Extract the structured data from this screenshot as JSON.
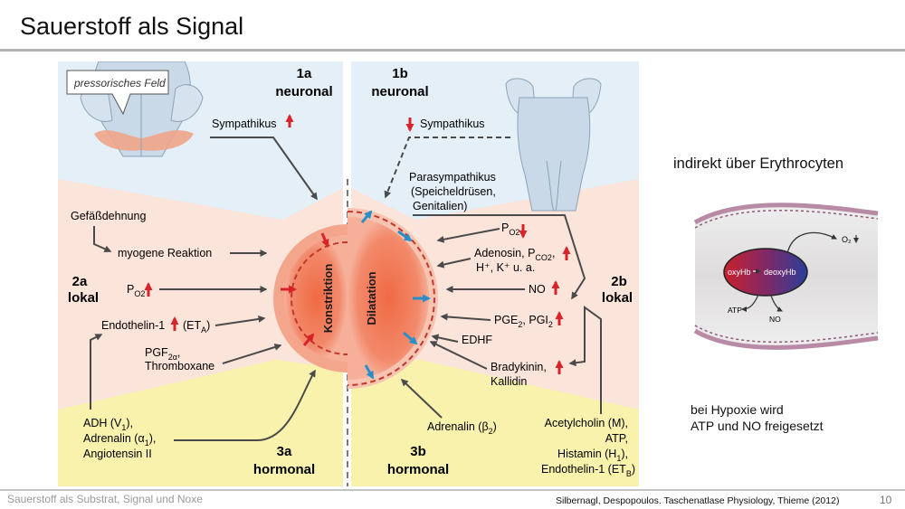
{
  "slide": {
    "title": "Sauerstoff als Signal",
    "footer": "Sauerstoff als Substrat, Signal und Noxe",
    "citation": "Silbernagl, Despopoulos. Taschenatlase Physiology, Thieme (2012)",
    "page_number": "10"
  },
  "side": {
    "heading": "indirekt über Erythrocyten",
    "note_line1": "bei Hypoxie wird",
    "note_line2": "ATP und NO freigesetzt",
    "erythrocyte_labels": {
      "oxyhb": "oxyHb",
      "deoxyhb": "deoxyHb",
      "o2": "O₂",
      "atp": "ATP",
      "no": "NO"
    }
  },
  "diagram": {
    "colors": {
      "neuronal_bg": "#e4eff8",
      "lokal_bg": "#fbe4d9",
      "hormonal_bg": "#f8f2ad",
      "arrow_dark": "#4a4a4a",
      "arrow_red": "#d8232a",
      "arrow_blue": "#2a8fc8",
      "vessel_fill": "#f08a6a"
    },
    "brainstem_label": "pressorisches Feld",
    "sections": {
      "s1a_num": "1a",
      "s1a_name": "neuronal",
      "s1b_num": "1b",
      "s1b_name": "neuronal",
      "s2a_num": "2a",
      "s2a_name": "lokal",
      "s2b_num": "2b",
      "s2b_name": "lokal",
      "s3a_num": "3a",
      "s3a_name": "hormonal",
      "s3b_num": "3b",
      "s3b_name": "hormonal"
    },
    "center": {
      "left": "Konstriktion",
      "right": "Dilatation"
    },
    "left_labels": {
      "sympathikus": "Sympathikus",
      "gefaessdehnung": "Gefäßdehnung",
      "myogene": "myogene Reaktion",
      "po2": "P",
      "po2_sub": "O2",
      "endothelin": "Endothelin-1",
      "endothelin_tail": "(ET",
      "endothelin_sub": "A",
      "endothelin_close": ")",
      "pgf_main": "PGF",
      "pgf_sub": "2α",
      "pgf_comma": ",",
      "thromboxane": "Thromboxane",
      "adh": "ADH (V",
      "adh_sub": "1",
      "adh_close": "),",
      "adrenalin_a": "Adrenalin (α",
      "adrenalin_a_sub": "1",
      "adrenalin_a_close": "),",
      "angiotensin": "Angiotensin II"
    },
    "right_labels": {
      "sympathikus": "Sympathikus",
      "para1": "Parasympathikus",
      "para2": "(Speicheldrüsen,",
      "para3": "Genitalien)",
      "po2": "P",
      "po2_sub": "O2",
      "adenosin": "Adenosin, P",
      "adenosin_sub": "CO2",
      "adenosin_comma": ",",
      "ions": "H⁺, K⁺ u. a.",
      "no": "NO",
      "pge": "PGE",
      "pge_sub": "2",
      "pge_mid": ", PGI",
      "pgi_sub": "2",
      "edhf": "EDHF",
      "bradykinin": "Bradykinin,",
      "kallidin": "Kallidin",
      "adrenalin_b": "Adrenalin (β",
      "adrenalin_b_sub": "2",
      "adrenalin_b_close": ")",
      "acetylcholin": "Acetylcholin (M),",
      "atp": "ATP,",
      "histamin": "Histamin (H",
      "histamin_sub": "1",
      "histamin_close": "),",
      "endothelin": "Endothelin-1 (ET",
      "endothelin_sub": "B",
      "endothelin_close": ")"
    }
  }
}
